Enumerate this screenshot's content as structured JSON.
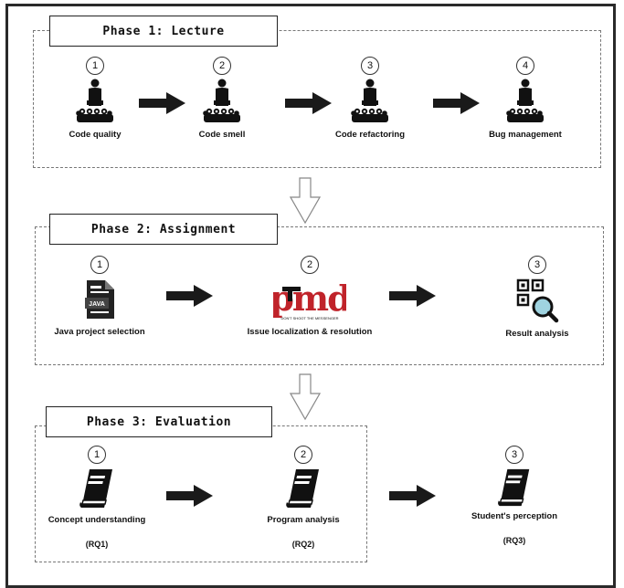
{
  "phases": [
    {
      "title": "Phase 1: Lecture",
      "steps": [
        {
          "num": "1",
          "label": "Code quality",
          "icon": "lecturer-audience-icon"
        },
        {
          "num": "2",
          "label": "Code smell",
          "icon": "lecturer-audience-icon"
        },
        {
          "num": "3",
          "label": "Code refactoring",
          "icon": "lecturer-audience-icon"
        },
        {
          "num": "4",
          "label": "Bug management",
          "icon": "lecturer-audience-icon"
        }
      ]
    },
    {
      "title": "Phase 2: Assignment",
      "steps": [
        {
          "num": "1",
          "label": "Java project selection",
          "icon": "java-file-icon",
          "icon_text": "JAVA"
        },
        {
          "num": "2",
          "label": "Issue localization & resolution",
          "icon": "pmd-logo",
          "icon_text": "pmd",
          "icon_subtext": "DON'T SHOOT THE MESSENGER"
        },
        {
          "num": "3",
          "label": "Result analysis",
          "icon": "qr-magnifier-icon"
        }
      ]
    },
    {
      "title": "Phase 3: Evaluation",
      "steps": [
        {
          "num": "1",
          "label": "Concept understanding",
          "rq": "(RQ1)",
          "icon": "book-icon"
        },
        {
          "num": "2",
          "label": "Program analysis",
          "rq": "(RQ2)",
          "icon": "book-icon"
        },
        {
          "num": "3",
          "label": "Student's perception",
          "rq": "(RQ3)",
          "icon": "book-icon"
        }
      ]
    }
  ],
  "colors": {
    "border": "#2a2a2a",
    "dashed": "#777777",
    "arrow": "#1a1a1a",
    "pmd_red": "#c0232a"
  }
}
